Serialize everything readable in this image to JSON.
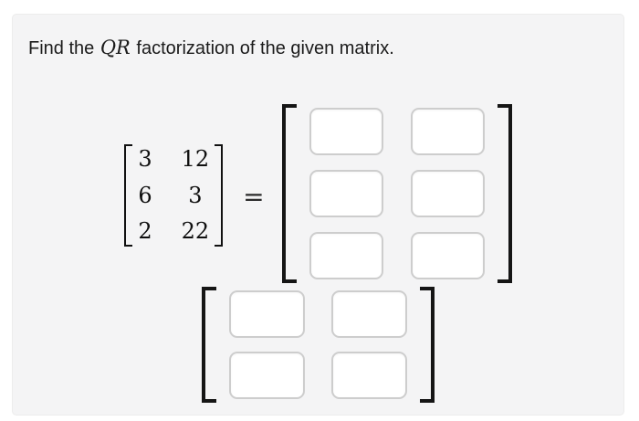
{
  "problem": {
    "prefix": "Find the",
    "math_term": "QR",
    "suffix": "factorization of the given matrix."
  },
  "equation": {
    "equals_sign": "=",
    "given_matrix": {
      "rows": [
        [
          "3",
          "12"
        ],
        [
          "6",
          "3"
        ],
        [
          "2",
          "22"
        ]
      ]
    },
    "q_matrix": {
      "entries": [
        [
          "",
          ""
        ],
        [
          "",
          ""
        ],
        [
          "",
          ""
        ]
      ]
    },
    "r_matrix": {
      "entries": [
        [
          "",
          ""
        ],
        [
          "",
          ""
        ]
      ]
    }
  },
  "colors": {
    "card_background": "#f4f4f5",
    "entry_border": "#cdcdcd",
    "bracket": "#151515",
    "text": "#1b1b1b"
  }
}
